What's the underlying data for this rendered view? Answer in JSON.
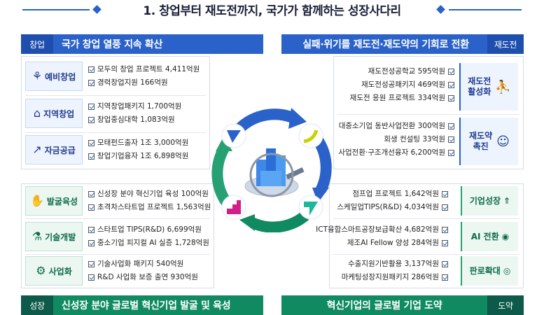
{
  "title": "1. 창업부터 재도전까지, 국가가 함께하는 성장사다리",
  "colors": {
    "blue": "#2a62c9",
    "green": "#0f8a61",
    "dark_teal": "#0d5a4a"
  },
  "top_left": {
    "tag": "창업",
    "heading": "국가 창업 열풍 지속 확산",
    "groups": [
      {
        "label": "예비창업",
        "icon": "sprout-icon",
        "items": [
          "모두의 창업 프로젝트 4,411억원",
          "경력창업지원 166억원"
        ]
      },
      {
        "label": "지역창업",
        "icon": "map-icon",
        "items": [
          "지역창업패키지 1,700억원",
          "창업중심대학 1,083억원"
        ]
      },
      {
        "label": "자금공급",
        "icon": "chart-up-icon",
        "items": [
          "모태펀드출자 1조 3,000억원",
          "창업기업융자 1조 6,898억원"
        ]
      }
    ]
  },
  "top_right": {
    "tag": "재도전",
    "heading": "실패·위기를 재도전·재도약의 기회로 전환",
    "groups": [
      {
        "label": "재도전\n활성화",
        "icon": "runner-icon",
        "items": [
          "재도전성공학교 595억원",
          "재도전성공패키지 469억원",
          "재도전 응원 프로젝트 334억원"
        ]
      },
      {
        "label": "재도약\n촉진",
        "icon": "cheer-icon",
        "items": [
          "대중소기업 동반사업전환 300억원",
          "회생 컨설팅 33억원",
          "사업전환·구조개선융자 6,200억원"
        ]
      }
    ]
  },
  "bottom_left": {
    "groups": [
      {
        "label": "발굴육성",
        "icon": "hands-icon",
        "items": [
          "신성장 분야 혁신기업 육성 100억원",
          "초격차스타트업 프로젝트 1,563억원"
        ]
      },
      {
        "label": "기술개발",
        "icon": "flask-icon",
        "items": [
          "스타트업 TIPS(R&D) 6,699억원",
          "중소기업 피지컬 AI 실증 1,728억원"
        ]
      },
      {
        "label": "사업화",
        "icon": "gears-icon",
        "items": [
          "기술사업화 패키지 540억원",
          "R&D 사업화 보증 출연 930억원"
        ]
      }
    ],
    "footer_tag": "성장",
    "footer_heading": "신성장 분야 글로벌 혁신기업 발굴 및 육성"
  },
  "bottom_right": {
    "groups": [
      {
        "label": "기업성장",
        "icon": "rocket-icon",
        "items": [
          "점프업 프로젝트 1,642억원",
          "스케일업TIPS(R&D) 4,034억원"
        ]
      },
      {
        "label": "AI 전환",
        "icon": "ai-head-icon",
        "items": [
          "ICT융합스마트공장보급확산 4,682억원",
          "제조AI Fellow 양성 284억원"
        ]
      },
      {
        "label": "판로확대",
        "icon": "target-icon",
        "items": [
          "수출지원기반활용 3,137억원",
          "마케팅성장지원패키지 286억원"
        ]
      }
    ],
    "footer_tag": "도약",
    "footer_heading": "혁신기업의 글로벌 기업 도약"
  }
}
